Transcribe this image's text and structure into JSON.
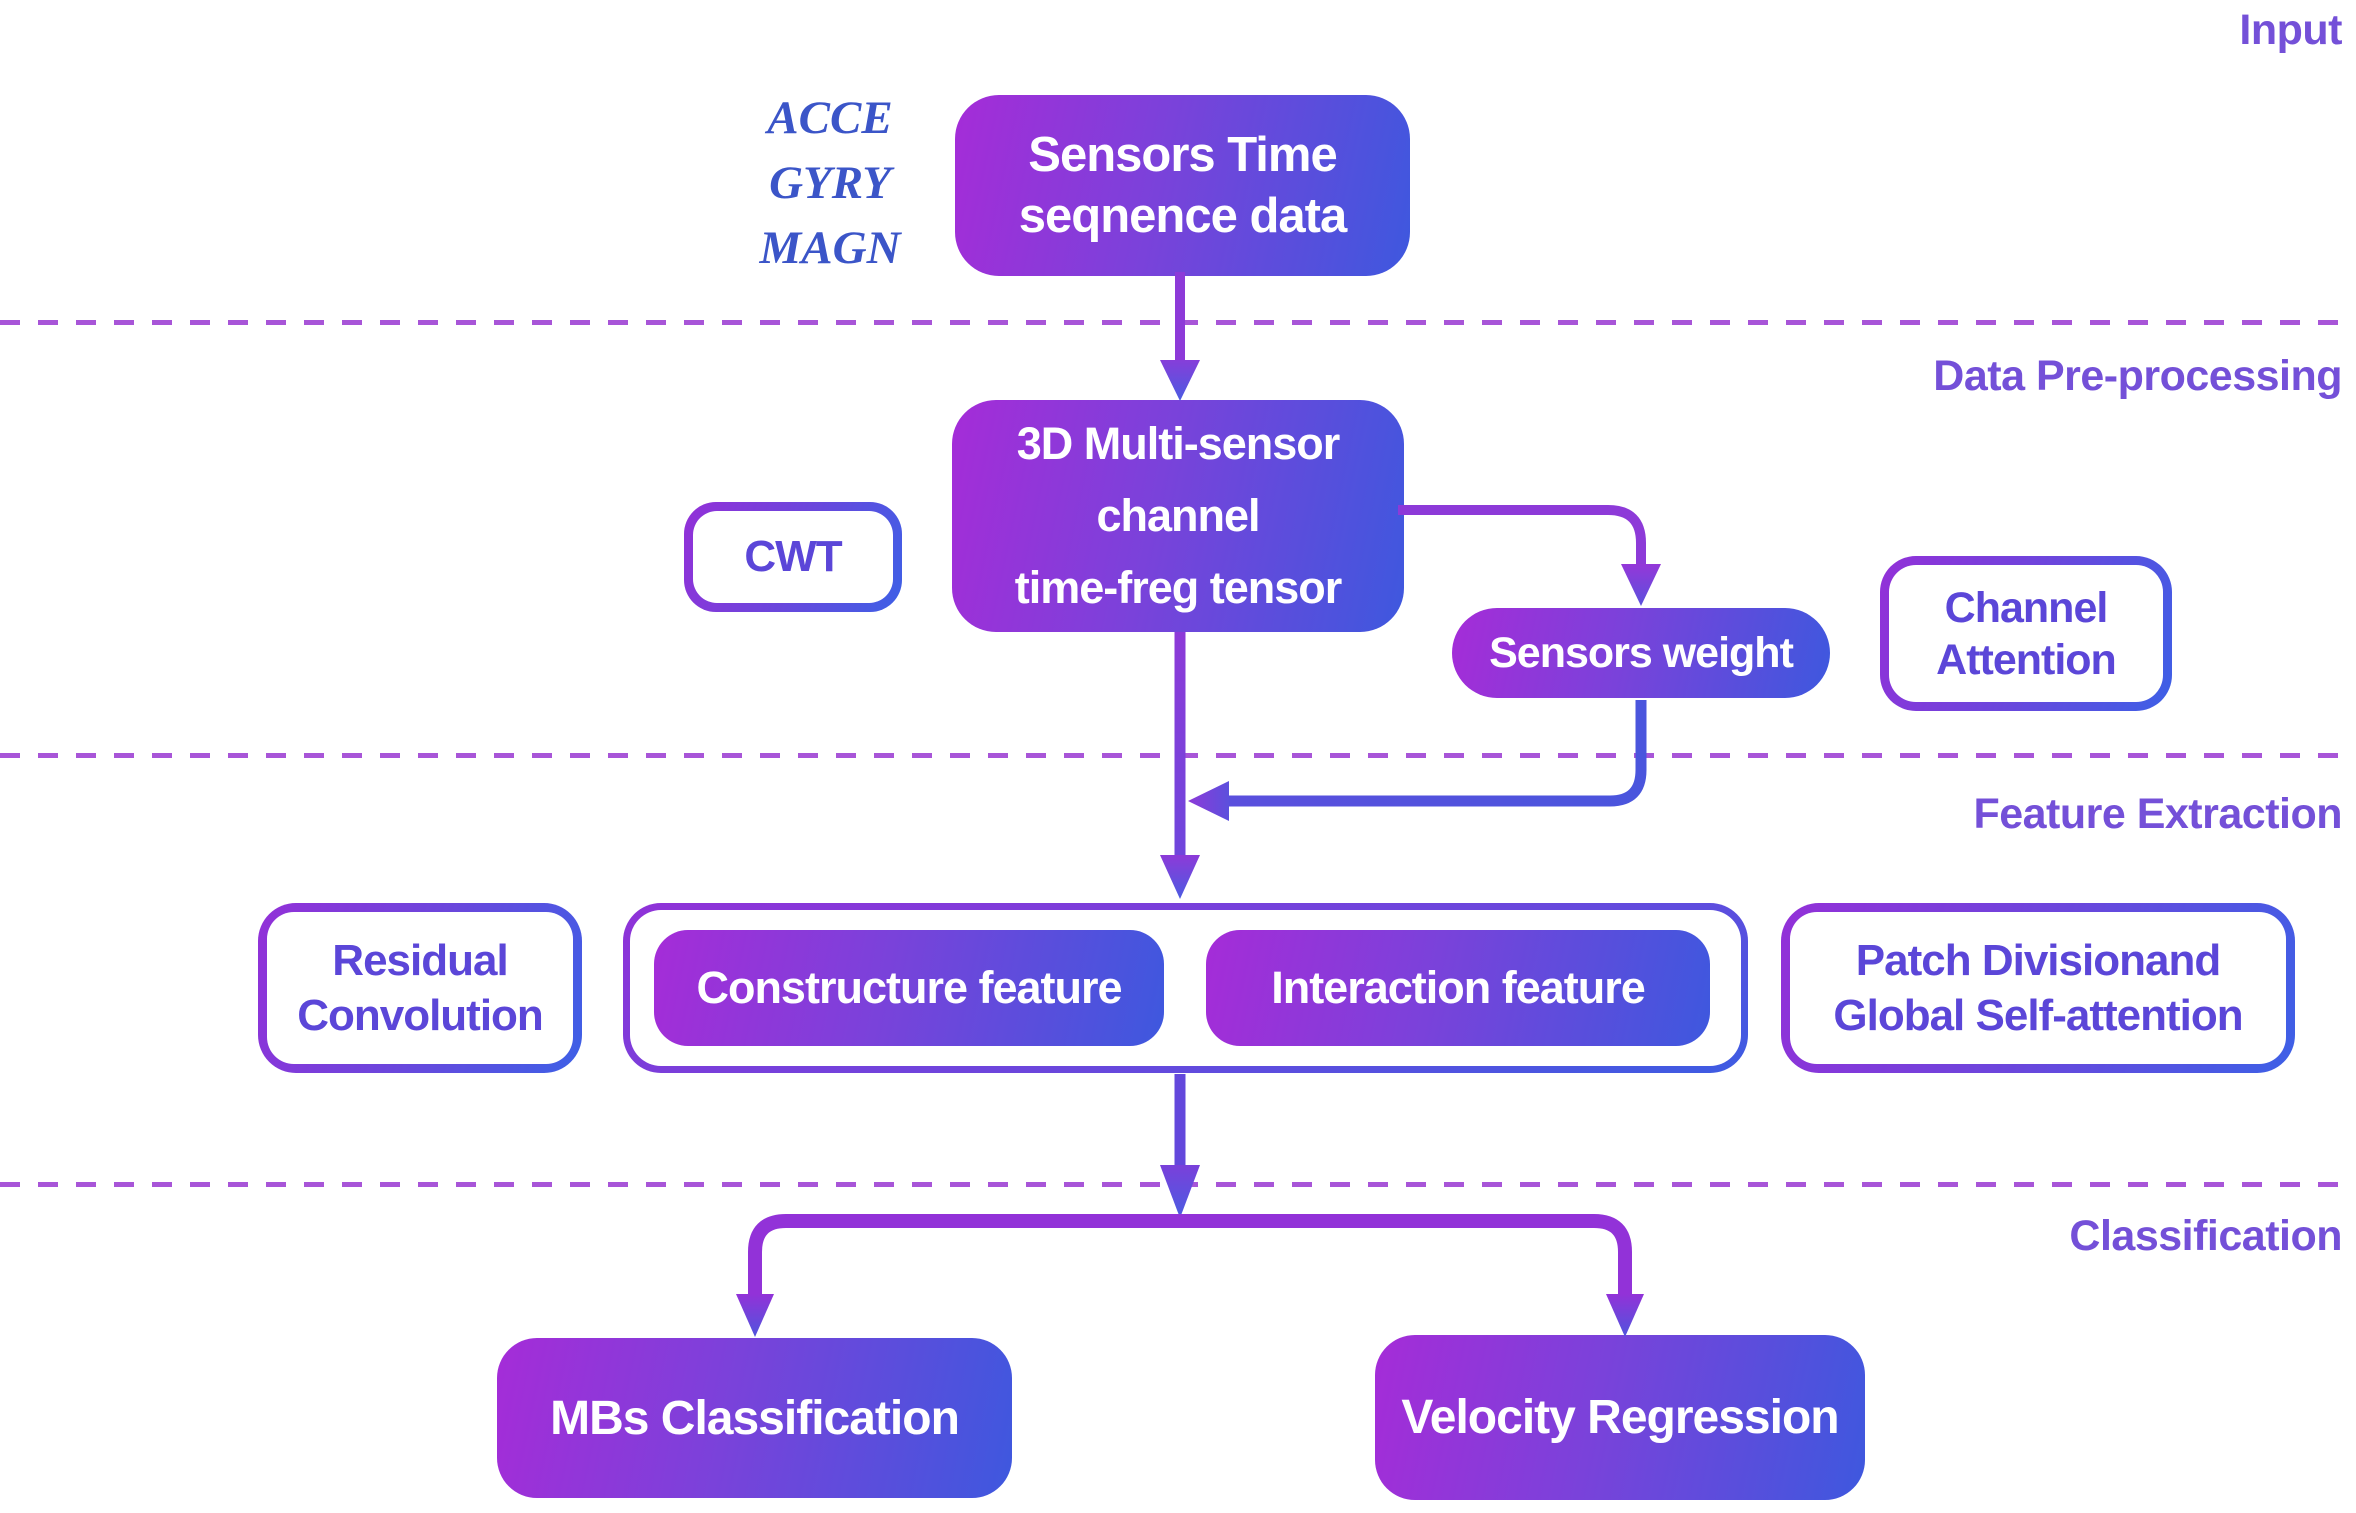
{
  "stage_labels": {
    "input": "Input",
    "preprocessing": "Data Pre-processing",
    "feature_extraction": "Feature Extraction",
    "classification": "Classification"
  },
  "input_section": {
    "sensor_modalities": {
      "line1": "ACCE",
      "line2": "GYRY",
      "line3": "MAGN"
    },
    "time_series_box": {
      "line1": "Sensors Time",
      "line2": "seqnence data"
    }
  },
  "preprocessing_section": {
    "cwt_label": "CWT",
    "tensor_box": {
      "line1": "3D Multi-sensor",
      "line2": "channel",
      "line3": "time-freg tensor"
    },
    "sensors_weight_label": "Sensors weight",
    "channel_attention_box": {
      "line1": "Channel",
      "line2": "Attention"
    }
  },
  "feature_section": {
    "residual_convolution_box": {
      "line1": "Residual",
      "line2": "Convolution"
    },
    "constructure_feature_label": "Constructure feature",
    "interaction_feature_label": "Interaction feature",
    "patch_attention_box": {
      "line1": "Patch Divisionand",
      "line2": "Global Self-attention"
    }
  },
  "classification_section": {
    "mbs_classification_label": "MBs Classification",
    "velocity_regression_label": "Velocity Regression"
  },
  "colors": {
    "gradient_purple": "#a52cd8",
    "gradient_blue": "#3e58de",
    "dashed_separator": "#a855d8",
    "stage_label_text": "#7450d8",
    "sensor_list_text": "#3b55c8",
    "outlined_box_text": "#5b46d8",
    "arrow_purple": "#8d3ad8",
    "arrow_blue": "#4a55dd",
    "split_bar_purple": "#9232d8"
  }
}
